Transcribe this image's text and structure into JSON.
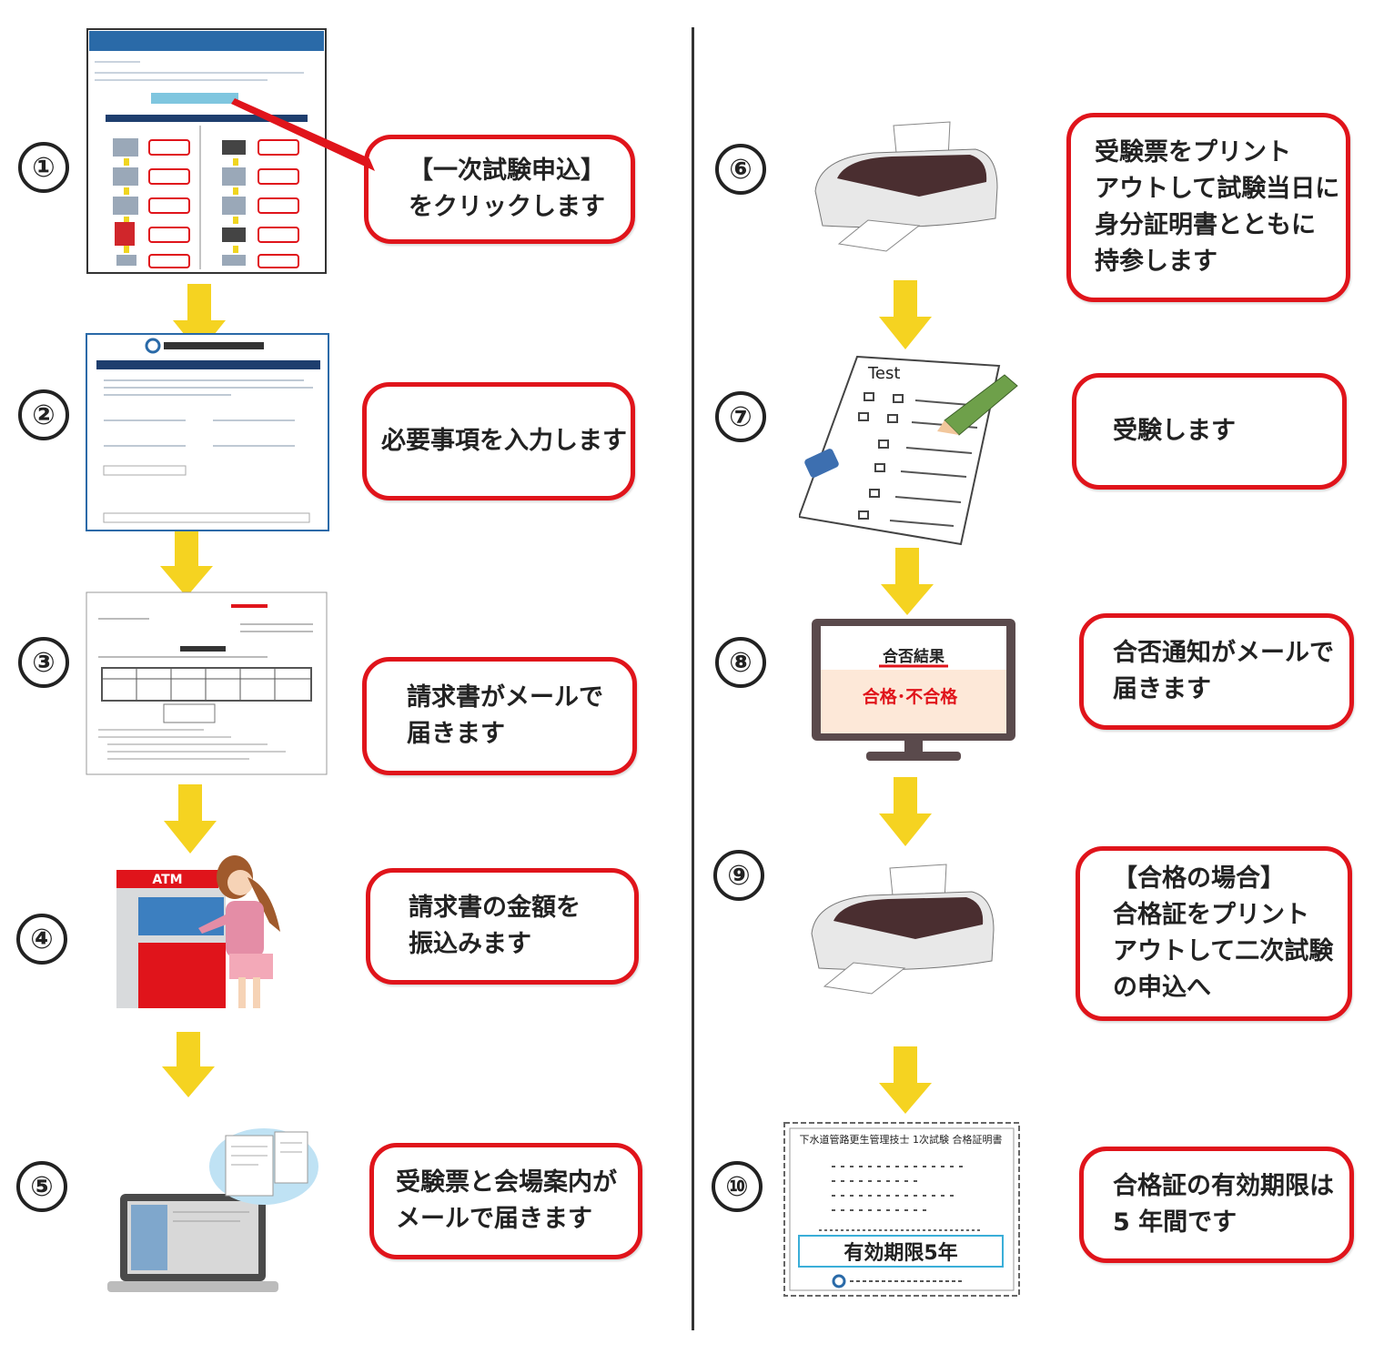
{
  "steps": [
    {
      "num": "①",
      "text": "【一次試験申込】\nをクリックします"
    },
    {
      "num": "②",
      "text": "必要事項を入力します"
    },
    {
      "num": "③",
      "text": "請求書がメールで\n届きます"
    },
    {
      "num": "④",
      "text": "請求書の金額を\n振込みます"
    },
    {
      "num": "⑤",
      "text": "受験票と会場案内が\nメールで届きます"
    },
    {
      "num": "⑥",
      "text": "受験票をプリント\nアウトして試験当日に\n身分証明書とともに\n持参します"
    },
    {
      "num": "⑦",
      "text": "受験します"
    },
    {
      "num": "⑧",
      "text": "合否通知がメールで\n届きます"
    },
    {
      "num": "⑨",
      "text": "【合格の場合】\n合格証をプリント\nアウトして二次試験\nの申込へ"
    },
    {
      "num": "⑩",
      "text": "合格証の有効期限は\n5 年間です"
    }
  ],
  "illustrations": {
    "atm_label": "ATM",
    "test_label": "Test",
    "monitor_title": "合否結果",
    "monitor_result": "合格･不合格",
    "certificate_title": "下水道管路更生管理技士 1次試験 合格証明書",
    "certificate_validity": "有効期限5年"
  },
  "colors": {
    "bubble_border": "#e0141b",
    "arrow": "#f5d321",
    "monitor_red": "#e0141b",
    "cert_frame": "#3aaed8"
  }
}
